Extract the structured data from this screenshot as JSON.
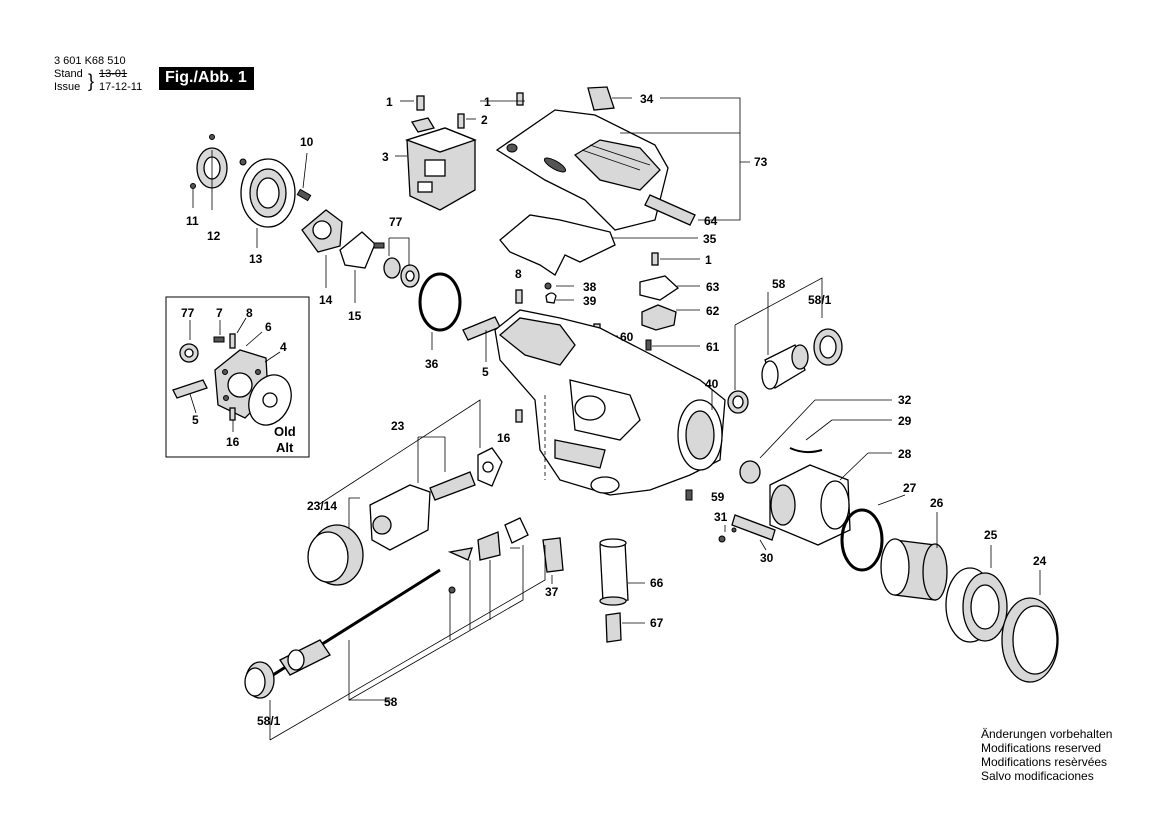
{
  "header": {
    "doc_number": "3 601 K68 510",
    "stand_label": "Stand",
    "issue_label": "Issue",
    "stand_date": "13-01",
    "issue_date": "17-12-11",
    "figure_title": "Fig./Abb. 1"
  },
  "inset": {
    "old_label": "Old",
    "alt_label": "Alt"
  },
  "part_labels": {
    "p1a": "1",
    "p1b": "1",
    "p1c": "1",
    "p2": "2",
    "p3": "3",
    "p34": "34",
    "p73": "73",
    "p64": "64",
    "p35": "35",
    "p10": "10",
    "p11": "11",
    "p12": "12",
    "p13": "13",
    "p14": "14",
    "p15": "15",
    "p77a": "77",
    "p36": "36",
    "p8a": "8",
    "p38": "38",
    "p39": "39",
    "p63": "63",
    "p62": "62",
    "p60": "60",
    "p61": "61",
    "p58a": "58",
    "p58_1a": "58/1",
    "p5a": "5",
    "p40": "40",
    "p77b": "77",
    "p7": "7",
    "p8b": "8",
    "p6": "6",
    "p4": "4",
    "p5b": "5",
    "p16a": "16",
    "p23": "23",
    "p16b": "16",
    "p32": "32",
    "p29": "29",
    "p28": "28",
    "p59": "59",
    "p23_14": "23/14",
    "p27": "27",
    "p26": "26",
    "p31": "31",
    "p30": "30",
    "p37": "37",
    "p66": "66",
    "p67": "67",
    "p25": "25",
    "p24": "24",
    "p58b": "58",
    "p58_1b": "58/1"
  },
  "notes": [
    "Änderungen vorbehalten",
    "Modifications reserved",
    "Modifications resèrvées",
    "Salvo modificaciones"
  ]
}
